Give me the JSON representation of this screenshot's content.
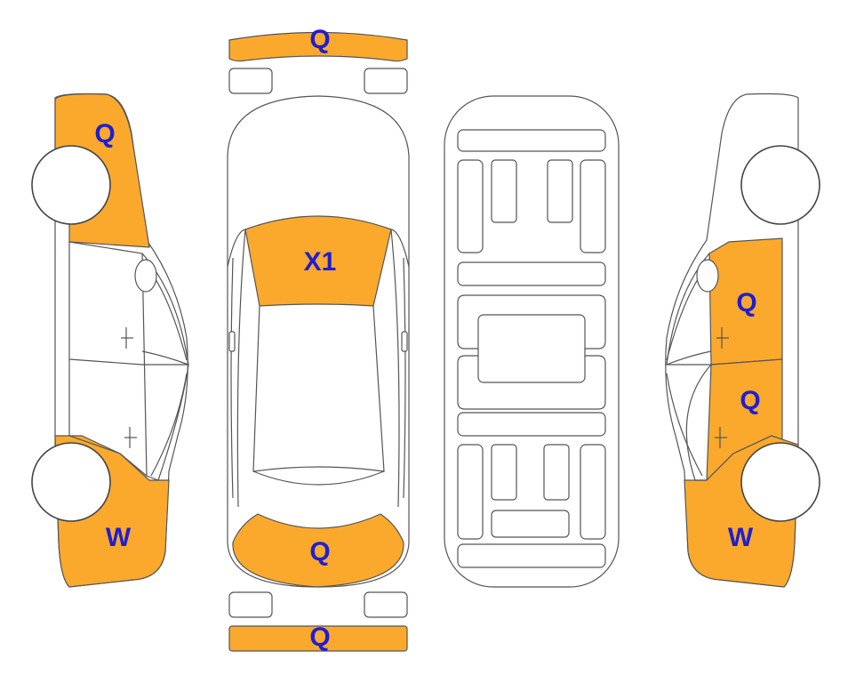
{
  "labels": {
    "front_bumper": "Q",
    "rear_bumper": "Q",
    "hood": "X1",
    "trunk": "Q",
    "left_front_fender": "Q",
    "left_rear_quarter": "W",
    "right_front_door": "Q",
    "right_rear_door": "Q",
    "right_rear_quarter": "W"
  },
  "colors": {
    "damage_fill": "#fba92d",
    "label_text": "#1f1fd1",
    "outline": "#555555"
  }
}
